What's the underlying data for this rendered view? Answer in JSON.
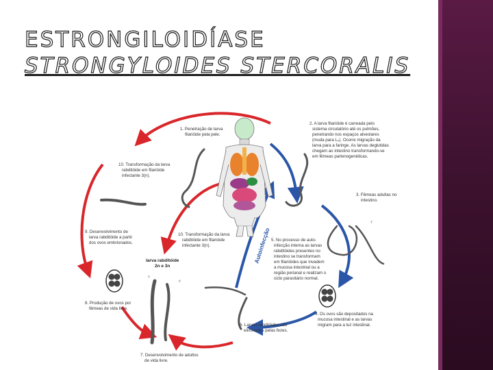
{
  "slide": {
    "title": "ESTRONGILOIDÍASE",
    "subtitle": "STRONGYLOIDES STERCORALIS"
  },
  "diagram": {
    "steps": {
      "s1": [
        "1. Penetração de larva",
        "filarióide pela pele."
      ],
      "s2": [
        "2. A larva filarióide é carreada pelo",
        "sistema circulatório até os pulmões,",
        "penetrando nos espaços alveolares",
        "(muda para L₄). Ocorre migração da",
        "larva para a faringe. As larvas deglutidas",
        "chegam ao intestino transformando-se",
        "em fêmeas partenogenéticas."
      ],
      "s3": [
        "3. Fêmeas adultas no",
        "intestino."
      ],
      "s4": [
        "4. Os ovos são depositados na",
        "mucosa intestinal e as larvas",
        "migram para a luz intestinal."
      ],
      "s5": [
        "5. No processo de auto-",
        "infecção interna as larvas",
        "rabditóides presentes no",
        "intestino se transformam",
        "em filarióides que invadem",
        "a mucosa intestinal ou a",
        "região perianal e realizam o",
        "ciclo parasitário normal."
      ],
      "s6": [
        "6. Larvas rabditóides são",
        "eliminadas pelas fezes."
      ],
      "s7": [
        "7. Desenvolvimento de adultos",
        "de vida livre."
      ],
      "s8": [
        "8. Produção de ovos por",
        "fêmeas de vida livre."
      ],
      "s9": [
        "9. Desenvolvimento de",
        "larva rabditóide a partir",
        "dos ovos embrionados."
      ],
      "s10a": [
        "10. Transformação da larva",
        "rabditóide em filarióide",
        "infectante 3(n)."
      ],
      "s10b": [
        "10. Transformação da larva",
        "rabditóide em filarióide",
        "infectante 3(n)."
      ]
    },
    "larva_label": [
      "larva rabditóide",
      "2n e 3n"
    ],
    "autoinfection": "Autoinfecção",
    "female_symbol": "♀",
    "male_symbol": "♂",
    "colors": {
      "free_living_cycle": "#d9262a",
      "parasitic_cycle": "#2b56a8",
      "worm": "#555555"
    }
  }
}
